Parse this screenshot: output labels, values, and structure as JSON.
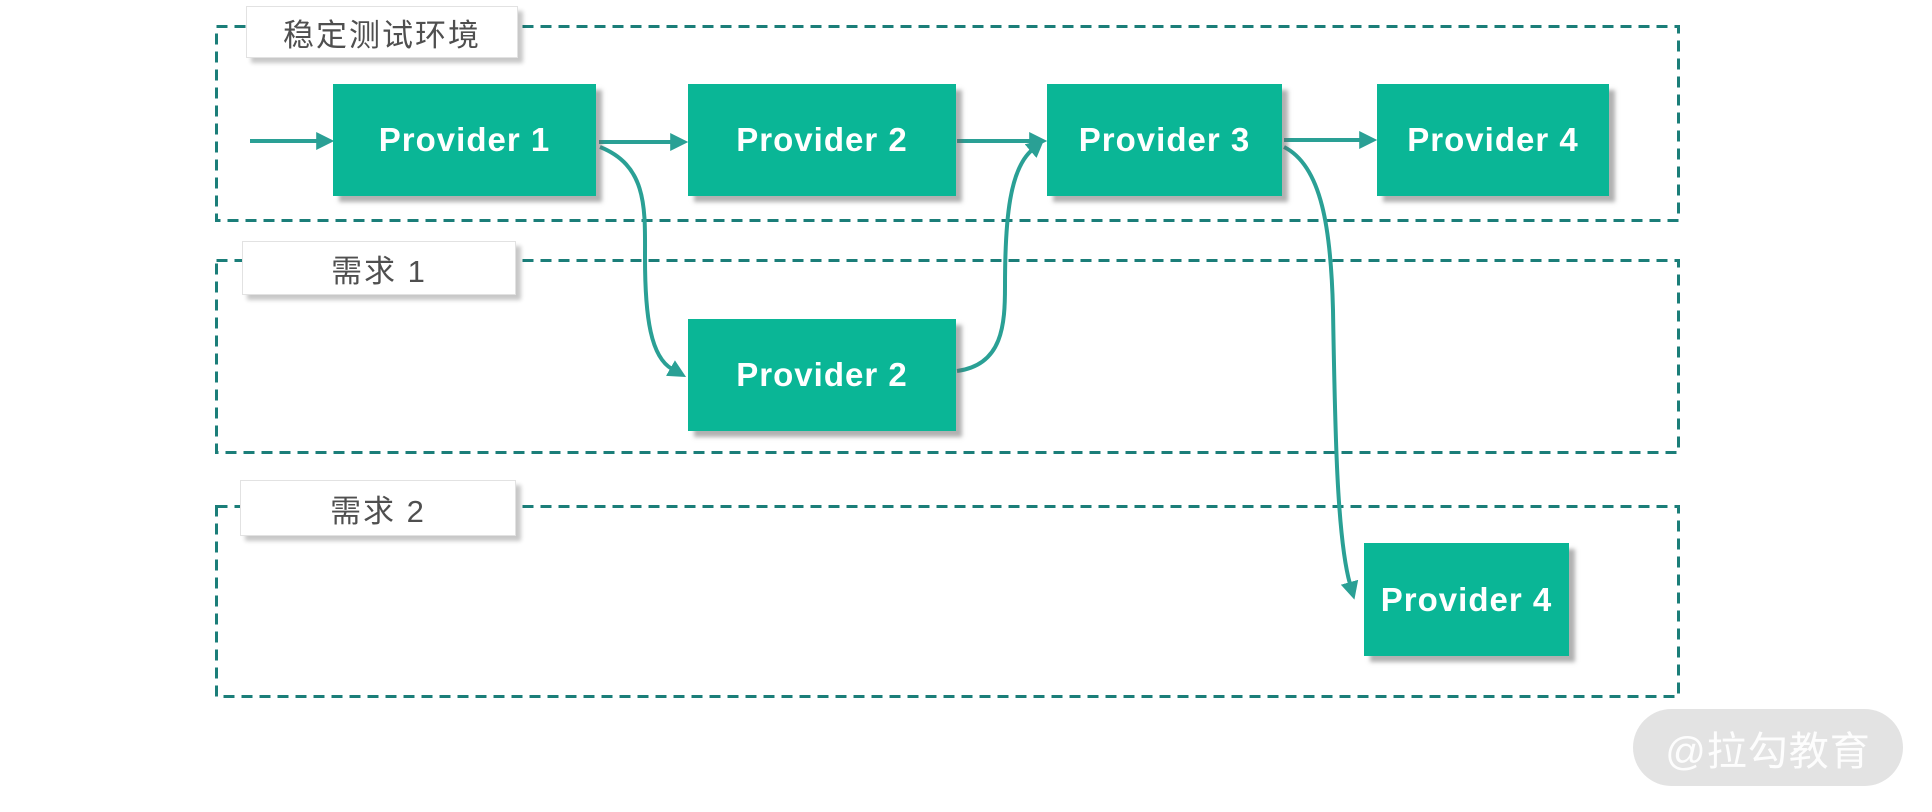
{
  "colors": {
    "node_fill": "#0ab696",
    "arrow": "#2aa095",
    "region_border": "#1b7e79",
    "region_label_text": "#4f4f4f",
    "node_text": "#ffffff",
    "watermark_bg": "#e3e3e3",
    "watermark_text": "#fdfdfd"
  },
  "regions": [
    {
      "label": "稳定测试环境"
    },
    {
      "label": "需求 1"
    },
    {
      "label": "需求 2"
    }
  ],
  "nodes": [
    {
      "label": "Provider 1",
      "region": "稳定测试环境"
    },
    {
      "label": "Provider 2",
      "region": "稳定测试环境"
    },
    {
      "label": "Provider 3",
      "region": "稳定测试环境"
    },
    {
      "label": "Provider 4",
      "region": "稳定测试环境"
    },
    {
      "label": "Provider 2",
      "region": "需求 1"
    },
    {
      "label": "Provider 4",
      "region": "需求 2"
    }
  ],
  "edges": [
    {
      "from": "entry",
      "to": "Provider 1 (稳定测试环境)",
      "style": "straight-arrow"
    },
    {
      "from": "Provider 1 (稳定测试环境)",
      "to": "Provider 2 (稳定测试环境)",
      "style": "straight-arrow"
    },
    {
      "from": "Provider 2 (稳定测试环境)",
      "to": "Provider 3 (稳定测试环境)",
      "style": "straight-arrow"
    },
    {
      "from": "Provider 3 (稳定测试环境)",
      "to": "Provider 4 (稳定测试环境)",
      "style": "straight-arrow"
    },
    {
      "from": "Provider 1 (稳定测试环境)",
      "to": "Provider 2 (需求 1)",
      "style": "curved-arrow"
    },
    {
      "from": "Provider 2 (需求 1)",
      "to": "Provider 3 (稳定测试环境)",
      "style": "curved-arrow"
    },
    {
      "from": "Provider 3 (稳定测试环境)",
      "to": "Provider 4 (需求 2)",
      "style": "curved-arrow"
    }
  ],
  "watermark": {
    "text": "@拉勾教育"
  }
}
